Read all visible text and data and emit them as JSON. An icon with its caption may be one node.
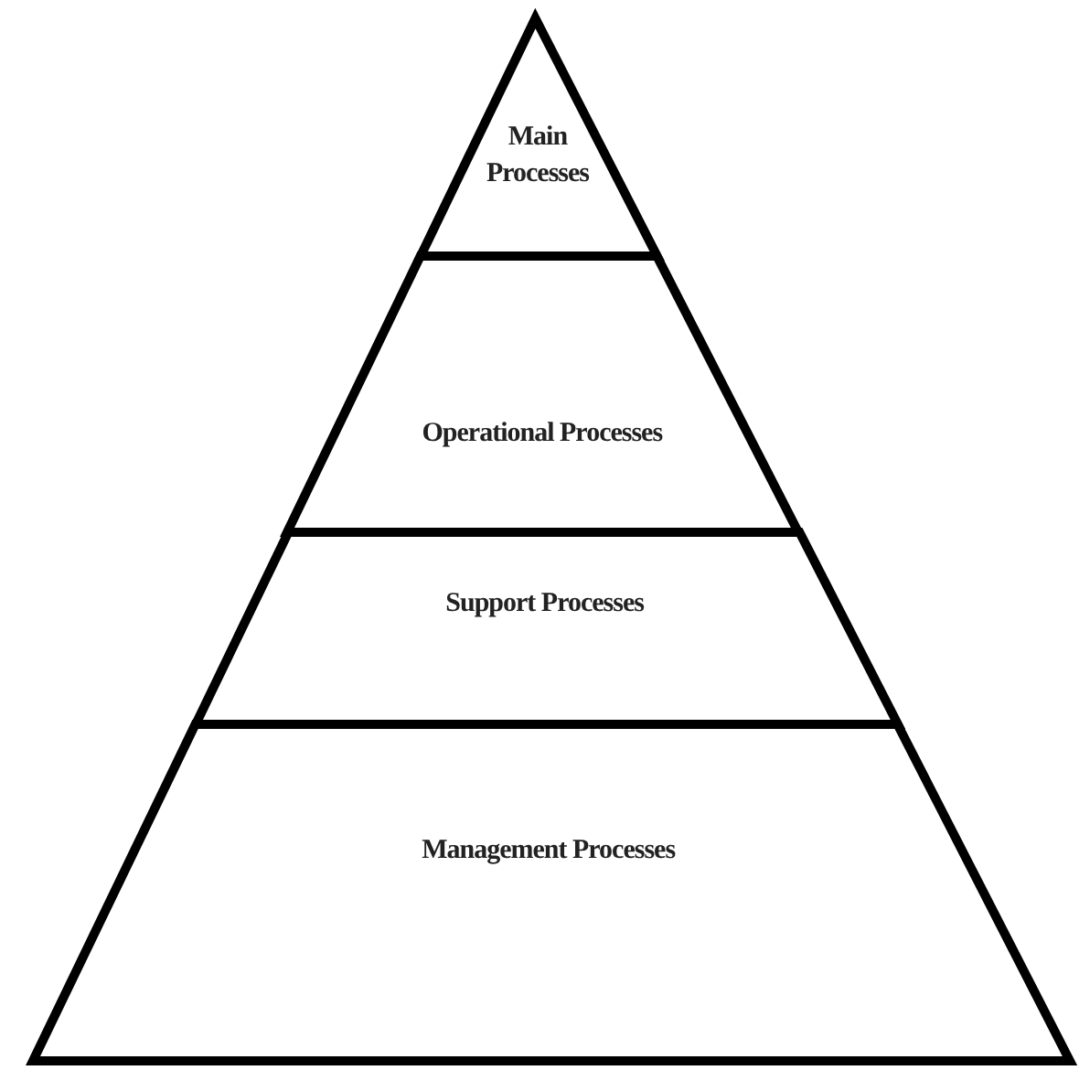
{
  "diagram": {
    "nodes": [
      {
        "text": [
          "Main Processes"
        ]
      },
      {
        "text": [
          "Operational Processes"
        ]
      },
      {
        "text": [
          "Support Processes"
        ]
      },
      {
        "text": [
          "Management Processes"
        ]
      }
    ]
  }
}
